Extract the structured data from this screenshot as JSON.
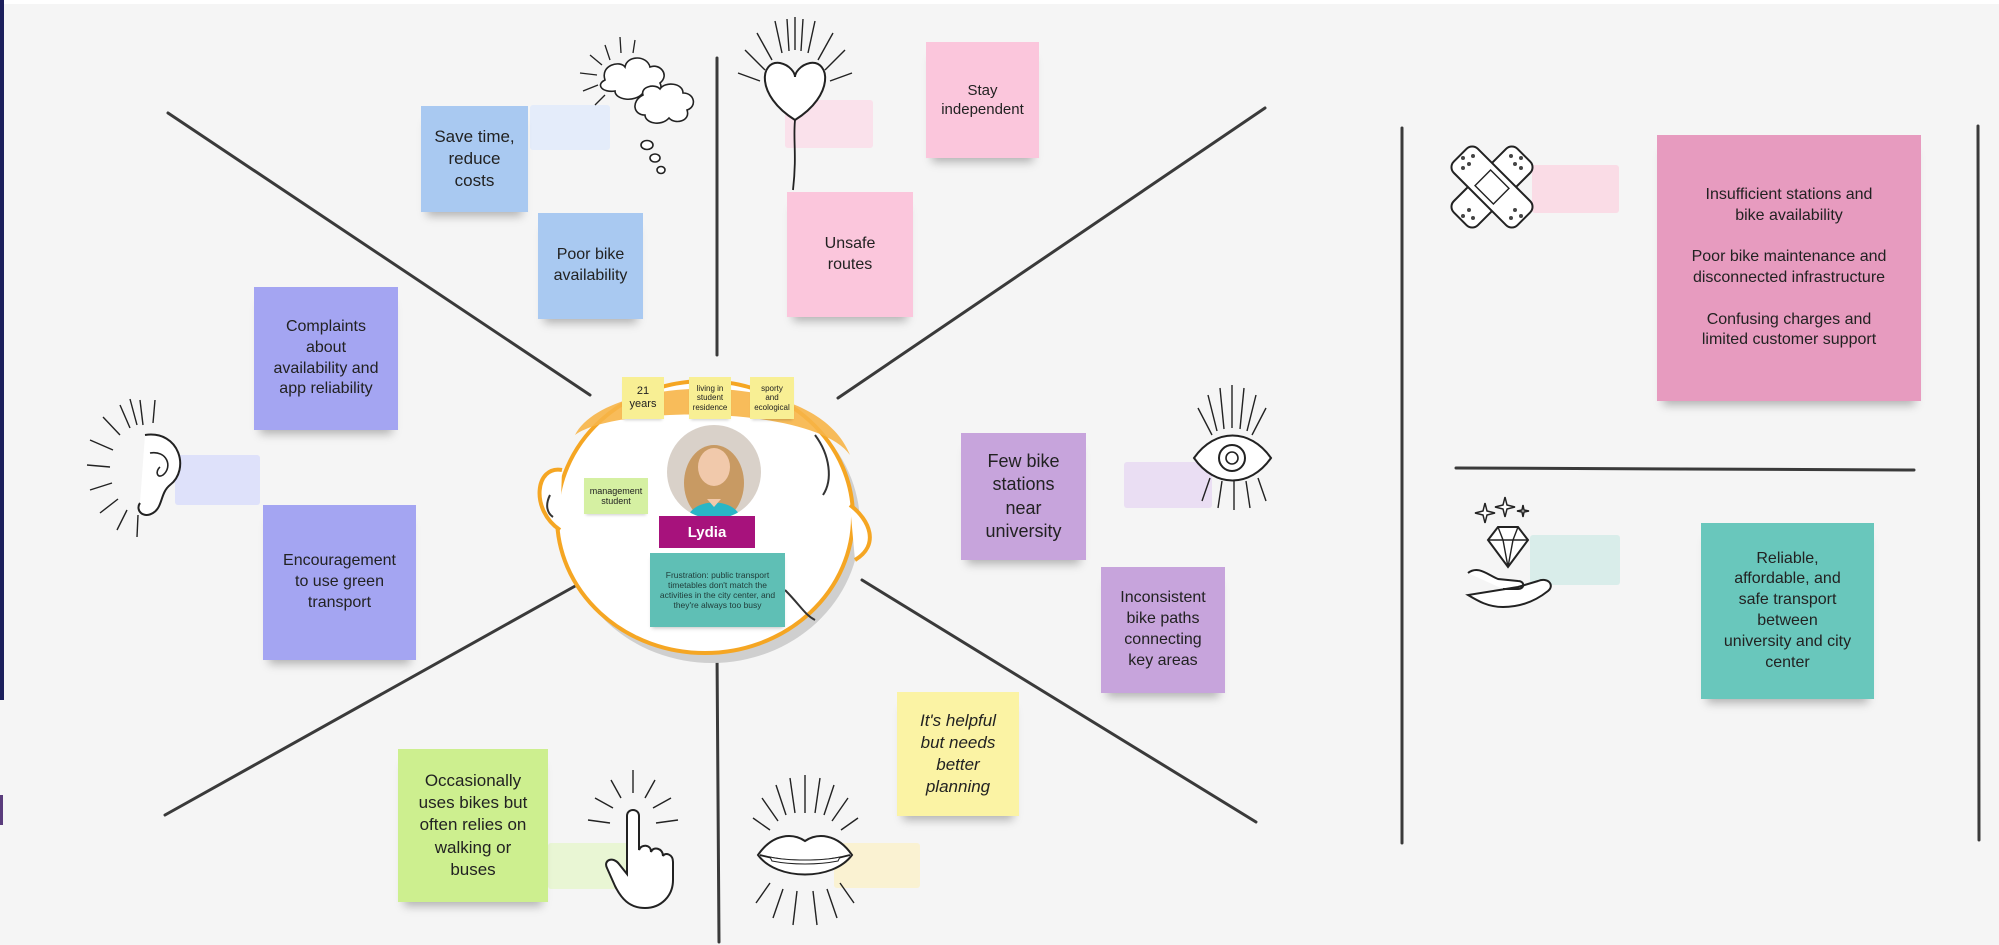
{
  "persona": {
    "name": "Lydia",
    "tags": [
      "21\nyears",
      "living in\nstudent\nresidence",
      "sporty\nand\necological"
    ],
    "occupation": "management\nstudent",
    "frustration": "Frustration: public transport timetables don't match the activities in the city center, and they're always too busy"
  },
  "notes": {
    "think_1": "Save time,\nreduce\ncosts",
    "think_2": "Poor bike\navailability",
    "feel_1": "Stay\nindependent",
    "feel_2": "Unsafe\nroutes",
    "hear_1": "Complaints\nabout\navailability and\napp reliability",
    "hear_2": "Encouragement\nto use green\ntransport",
    "see_1": "Few bike\nstations\nnear\nuniversity",
    "see_2": "Inconsistent\nbike paths\nconnecting\nkey areas",
    "do_1": "Occasionally\nuses bikes but\noften relies on\nwalking or\nbuses",
    "say_1": "It's helpful\nbut needs\nbetter\nplanning"
  },
  "pains": "Insufficient stations and\nbike availability\n\nPoor bike maintenance and\ndisconnected infrastructure\n\nConfusing charges and\nlimited customer support",
  "gains": "Reliable,\naffordable, and\nsafe transport\nbetween\nuniversity and city\ncenter",
  "icons": {
    "think": "thought-cloud-icon",
    "feel": "heart-balloon-icon",
    "hear": "ear-icon",
    "see": "eye-icon",
    "do": "pointing-hand-icon",
    "say": "lips-icon",
    "pains": "bandage-icon",
    "gains": "diamond-hand-icon"
  },
  "colors": {
    "blue": "#a9c9f1",
    "pink": "#fbc6dc",
    "violet": "#a4a5f2",
    "purple": "#c7a4dc",
    "green": "#cdef8f",
    "yellow": "#fbf3a4",
    "magenta": "#e79bbf",
    "teal": "#69c7bc",
    "name_tag": "#a7127c",
    "head_outline": "#f5a623"
  }
}
